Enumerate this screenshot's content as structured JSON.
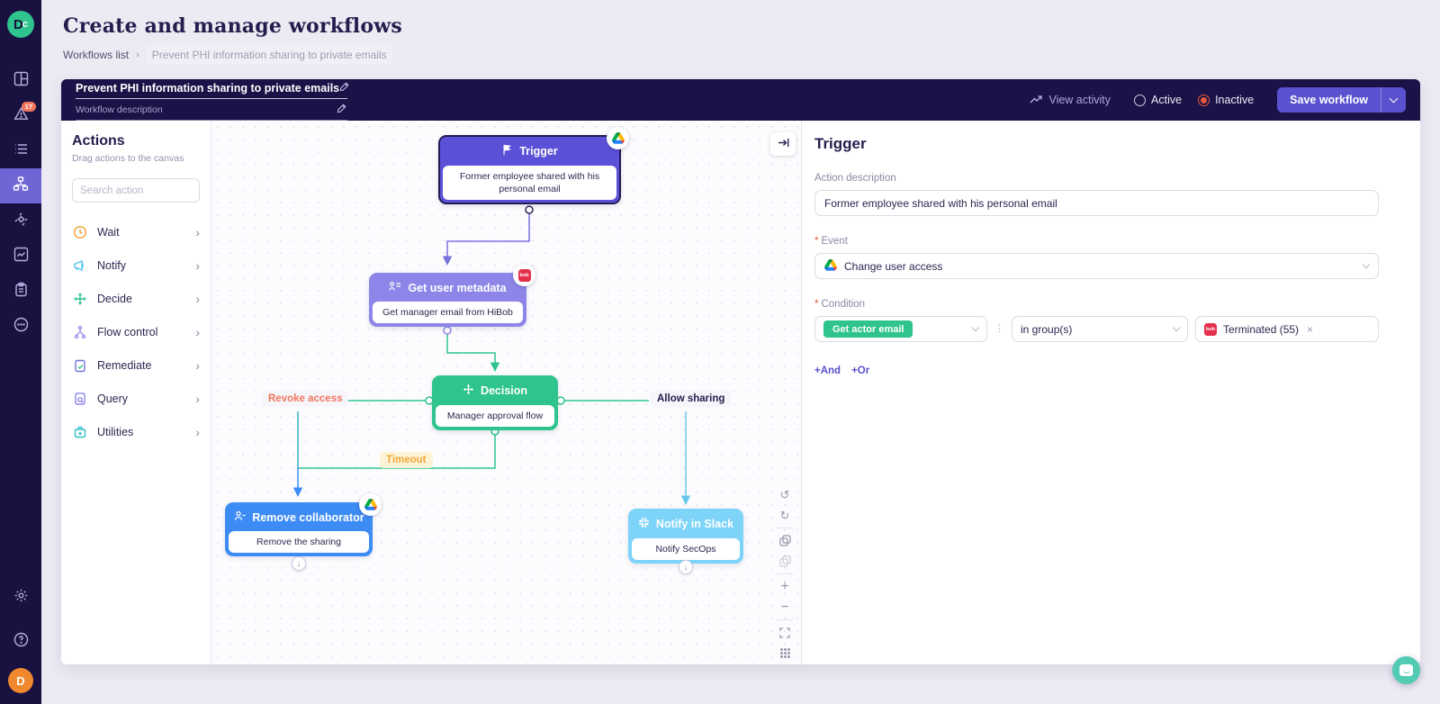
{
  "page": {
    "title": "Create and manage workflows",
    "breadcrumb": [
      "Workflows list",
      "Prevent PHI information sharing to private emails"
    ]
  },
  "sidebar": {
    "logo": "Dc",
    "alerts_badge": "17",
    "avatar": "D"
  },
  "toolbar": {
    "workflow_title": "Prevent PHI information sharing to private emails",
    "description_placeholder": "Workflow description",
    "view_activity": "View activity",
    "active_label": "Active",
    "inactive_label": "Inactive",
    "inactive_selected": true,
    "save_label": "Save workflow"
  },
  "actions": {
    "title": "Actions",
    "subtitle": "Drag actions to the canvas",
    "search_placeholder": "Search action",
    "items": [
      {
        "label": "Wait",
        "icon": "clock-icon",
        "color": "#f0a53f"
      },
      {
        "label": "Notify",
        "icon": "megaphone-icon",
        "color": "#56c5f2"
      },
      {
        "label": "Decide",
        "icon": "decide-arrows-icon",
        "color": "#2fc48d"
      },
      {
        "label": "Flow control",
        "icon": "branch-icon",
        "color": "#9a93ef"
      },
      {
        "label": "Remediate",
        "icon": "clipboard-check-icon",
        "color": "#7a72dd"
      },
      {
        "label": "Query",
        "icon": "document-search-icon",
        "color": "#8f88e8"
      },
      {
        "label": "Utilities",
        "icon": "toolbox-icon",
        "color": "#2fc0c9"
      }
    ]
  },
  "canvas": {
    "nodes": {
      "trigger": {
        "title": "Trigger",
        "description": "Former employee shared with his personal email",
        "app": "google-drive",
        "color": "#5b51d8",
        "selected": true
      },
      "metadata": {
        "title": "Get user metadata",
        "description": "Get manager email from HiBob",
        "app": "hibob",
        "color": "#8d86e8"
      },
      "decision": {
        "title": "Decision",
        "description": "Manager approval flow",
        "color": "#2fc48d"
      },
      "remove": {
        "title": "Remove collaborator",
        "description": "Remove the sharing",
        "app": "google-drive",
        "color": "#3d8cf5"
      },
      "slack": {
        "title": "Notify in Slack",
        "description": "Notify SecOps",
        "app": "slack",
        "color": "#7dd3f8"
      }
    },
    "edge_labels": {
      "revoke": "Revoke access",
      "timeout": "Timeout",
      "allow": "Allow sharing"
    }
  },
  "inspector": {
    "title": "Trigger",
    "action_description_label": "Action description",
    "action_description_value": "Former employee shared with his personal email",
    "event_label": "Event",
    "event_value": "Change user access",
    "condition_label": "Condition",
    "condition_field": "Get actor email",
    "condition_operator": "in group(s)",
    "condition_value": "Terminated (55)",
    "and_link": "+And",
    "or_link": "+Or"
  },
  "colors": {
    "accent_indigo": "#5a51cf",
    "green": "#2fc48d",
    "blue": "#3d8cf5",
    "sky": "#7dd3f8",
    "purple": "#5b51d8",
    "light_purple": "#8d86e8",
    "danger_orange": "#e8593c",
    "bob_red": "#e4304d",
    "chat_teal": "#52cbb3",
    "sidebar_navy": "#191140"
  }
}
